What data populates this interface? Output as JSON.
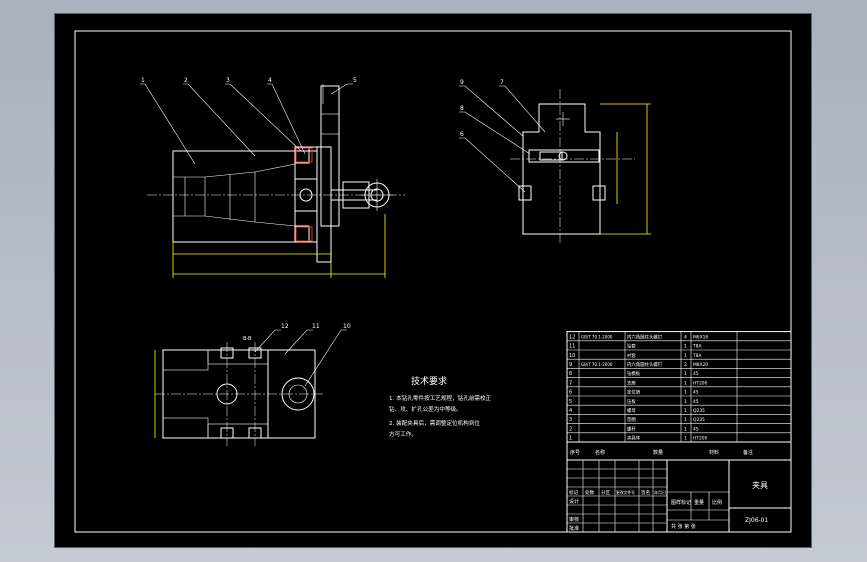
{
  "colors": {
    "background": "#000000",
    "frame_outside": "#b4bcc7",
    "lines": "#ffffff",
    "dimension": "#ffff00",
    "highlight": "#ff2020"
  },
  "leader_numbers": [
    "1",
    "2",
    "3",
    "4",
    "5",
    "6",
    "7",
    "8",
    "9",
    "10",
    "11",
    "12"
  ],
  "section_label": "B-B",
  "tech_requirements": {
    "title": "技术要求",
    "lines": [
      "1. 本钻孔零件按工艺规程，钻孔前需校正",
      "   钻、攻、扩孔公差为中等级。",
      "2. 装配夹具后，需调整定位机构到位",
      "   方可工作。"
    ]
  },
  "title_block": {
    "part_title": "夹具",
    "drawing_no": "ZJ06-01",
    "scale_header": "比例",
    "weight_header": "重量",
    "mark_header": "图样标记",
    "sheet_label": "共 张 第 张",
    "designer": "设计",
    "checker": "审核",
    "approver": "批准",
    "seq_header": "序号",
    "name_header": "名称",
    "qty_header": "数量",
    "material_header": "材料",
    "note_header": "备注",
    "rev_headers": [
      "标记",
      "处数",
      "分区",
      "更改文件号",
      "签名",
      "年月日"
    ]
  },
  "bom": [
    {
      "no": "12",
      "code": "GB/T 70.1-2000",
      "name": "内六角圆柱头螺钉",
      "qty": "4",
      "mat": "M6X16"
    },
    {
      "no": "11",
      "code": "",
      "name": "钻套",
      "qty": "1",
      "mat": "T8A"
    },
    {
      "no": "10",
      "code": "",
      "name": "衬套",
      "qty": "1",
      "mat": "T8A"
    },
    {
      "no": "9",
      "code": "GB/T 70.1-2000",
      "name": "内六角圆柱头螺钉",
      "qty": "2",
      "mat": "M8X20"
    },
    {
      "no": "8",
      "code": "",
      "name": "钻模板",
      "qty": "1",
      "mat": "45"
    },
    {
      "no": "7",
      "code": "",
      "name": "支座",
      "qty": "1",
      "mat": "HT200"
    },
    {
      "no": "6",
      "code": "",
      "name": "定位销",
      "qty": "1",
      "mat": "45"
    },
    {
      "no": "5",
      "code": "",
      "name": "压板",
      "qty": "1",
      "mat": "45"
    },
    {
      "no": "4",
      "code": "",
      "name": "螺母",
      "qty": "1",
      "mat": "Q235"
    },
    {
      "no": "3",
      "code": "",
      "name": "垫圈",
      "qty": "1",
      "mat": "Q235"
    },
    {
      "no": "2",
      "code": "",
      "name": "螺杆",
      "qty": "1",
      "mat": "45"
    },
    {
      "no": "1",
      "code": "",
      "name": "夹具体",
      "qty": "1",
      "mat": "HT200"
    }
  ]
}
